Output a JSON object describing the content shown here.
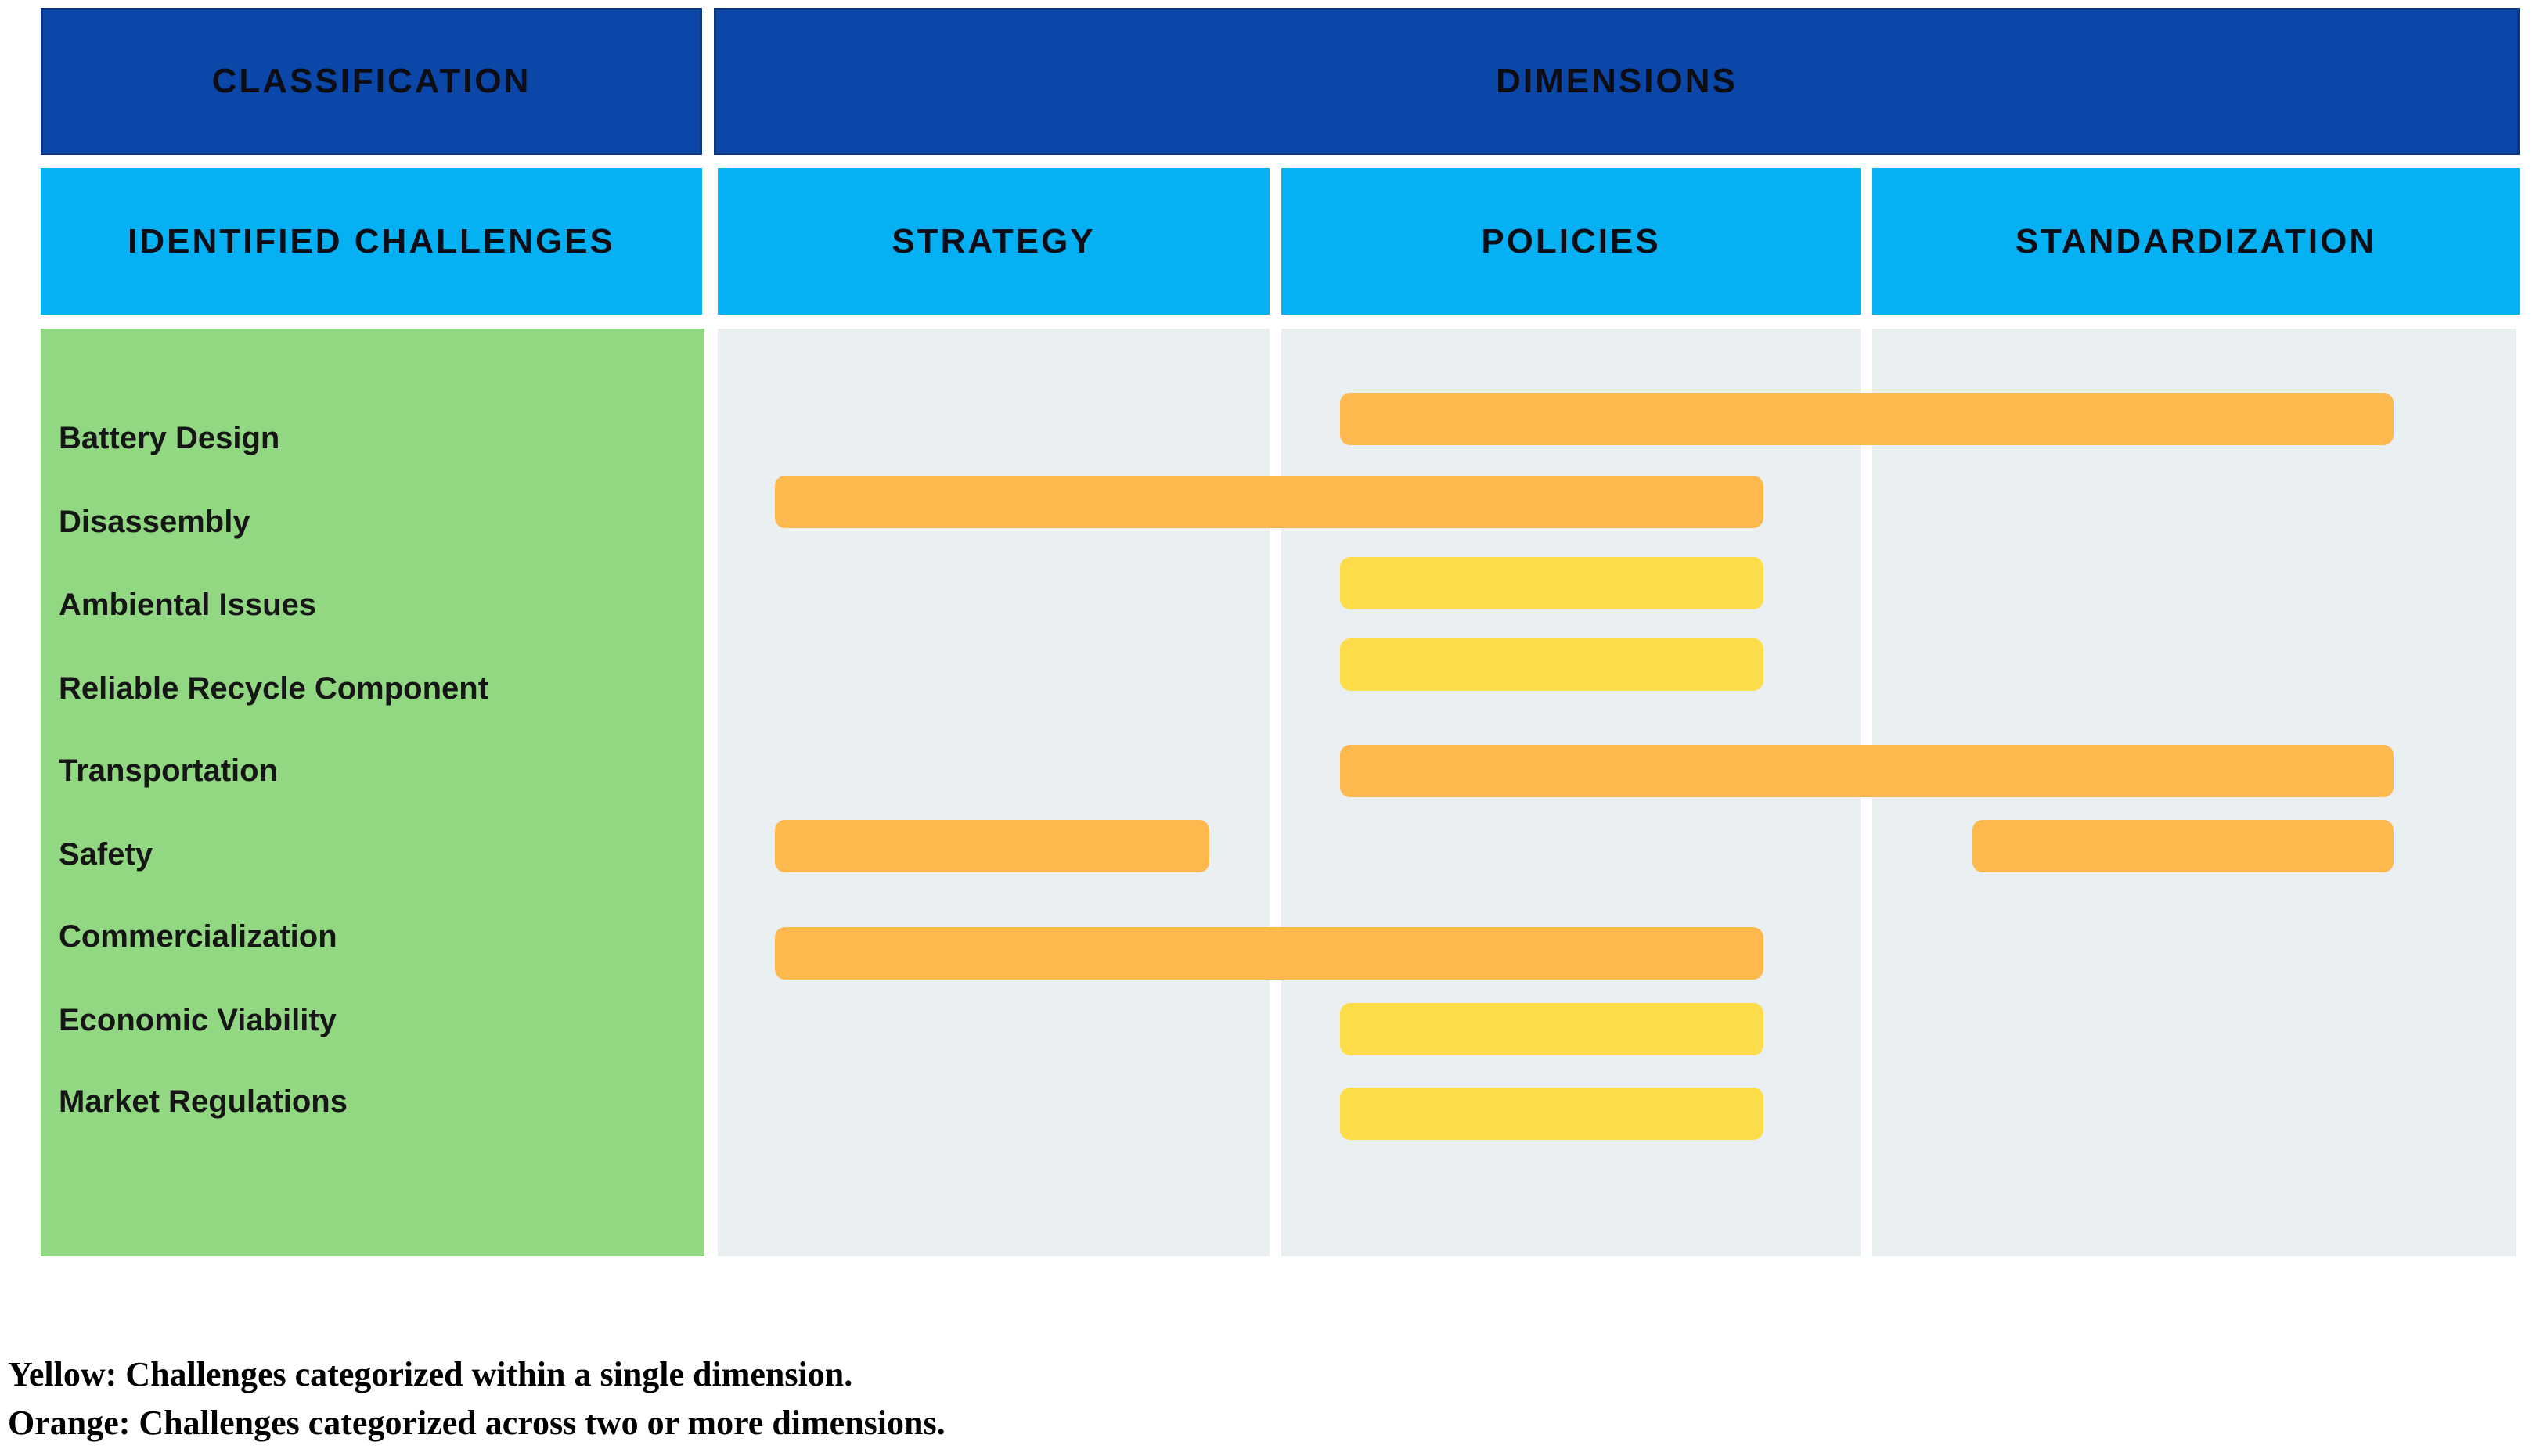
{
  "header": {
    "classification_label": "CLASSIFICATION",
    "dimensions_label": "DIMENSIONS",
    "challenges_label": "IDENTIFIED CHALLENGES",
    "dimension_columns": [
      {
        "key": "strategy",
        "label": "STRATEGY"
      },
      {
        "key": "policies",
        "label": "POLICIES"
      },
      {
        "key": "standardization",
        "label": "STANDARDIZATION"
      }
    ]
  },
  "rows": [
    {
      "label": "Battery Design",
      "bars": [
        {
          "color": "orange",
          "from": "policies",
          "to": "standardization"
        }
      ]
    },
    {
      "label": "Disassembly",
      "bars": [
        {
          "color": "orange",
          "from": "strategy",
          "to": "policies"
        }
      ]
    },
    {
      "label": "Ambiental Issues",
      "bars": [
        {
          "color": "yellow",
          "from": "policies",
          "to": "policies"
        }
      ]
    },
    {
      "label": "Reliable Recycle Component",
      "bars": [
        {
          "color": "yellow",
          "from": "policies",
          "to": "policies"
        }
      ]
    },
    {
      "label": "Transportation",
      "bars": [
        {
          "color": "orange",
          "from": "policies",
          "to": "standardization"
        }
      ]
    },
    {
      "label": "Safety",
      "bars": [
        {
          "color": "orange",
          "from": "strategy",
          "to": "strategy"
        },
        {
          "color": "orange",
          "from": "standardization",
          "to": "standardization"
        }
      ]
    },
    {
      "label": "Commercialization",
      "bars": [
        {
          "color": "orange",
          "from": "strategy",
          "to": "policies"
        }
      ]
    },
    {
      "label": "Economic Viability",
      "bars": [
        {
          "color": "yellow",
          "from": "policies",
          "to": "policies"
        }
      ]
    },
    {
      "label": "Market Regulations",
      "bars": [
        {
          "color": "yellow",
          "from": "policies",
          "to": "policies"
        }
      ]
    }
  ],
  "legend": {
    "yellow_note": "Yellow: Challenges categorized within a single dimension.",
    "orange_note": "Orange: Challenges categorized across two or more dimensions."
  },
  "colors": {
    "header_dark_blue": "#0B47A9",
    "header_light_blue": "#06B1F3",
    "challenge_green": "#92D882",
    "column_gray": "#EAEFF2",
    "bar_orange": "#FDB94E",
    "bar_yellow": "#FEDD4B"
  }
}
